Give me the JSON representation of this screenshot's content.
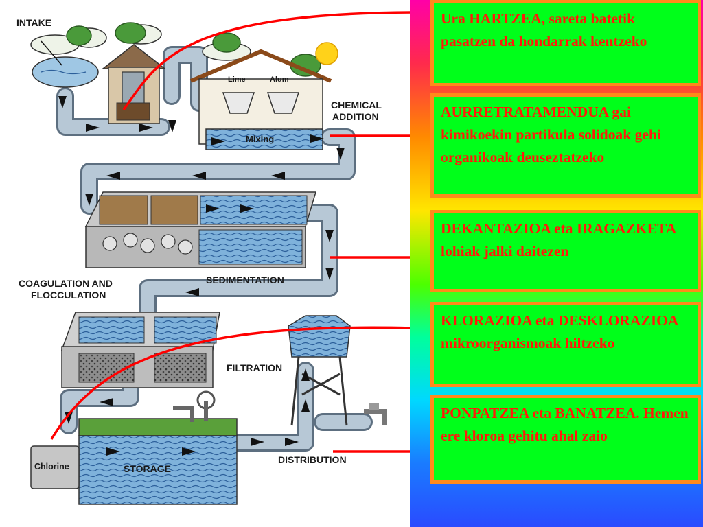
{
  "labels": {
    "intake": "INTAKE",
    "lime": "Lime",
    "alum": "Alum",
    "chemical_addition_1": "CHEMICAL",
    "chemical_addition_2": "ADDITION",
    "mixing": "Mixing",
    "coagulation_1": "COAGULATION AND",
    "coagulation_2": "FLOCCULATION",
    "sedimentation": "SEDIMENTATION",
    "filtration": "FILTRATION",
    "chlorine": "Chlorine",
    "storage": "STORAGE",
    "distribution": "DISTRIBUTION"
  },
  "boxes": [
    {
      "text": "Ura HARTZEA, sareta batetik pasatzen da hondarrak kentzeko"
    },
    {
      "text": "AURRETRATAMENDUA gai kimikoekin partikula solidoak gehi organikoak deuseztatzeko"
    },
    {
      "text": "DEKANTAZIOA eta IRAGAZKETA lohiak jalki daitezen"
    },
    {
      "text": "KLORAZIOA eta DESKLORAZIOA mikroorganismoak hiltzeko"
    },
    {
      "text": "PONPATZEA eta BANATZEA. Hemen ere kloroa gehitu ahal zaio"
    }
  ],
  "colors": {
    "box_fill": "#00ff1a",
    "box_border": "#ff8a1a",
    "box_text": "#ff1a0a",
    "pointer_arrows": "#ff0000",
    "pipe": "#a9bccb",
    "water": "#6fa8d6"
  }
}
